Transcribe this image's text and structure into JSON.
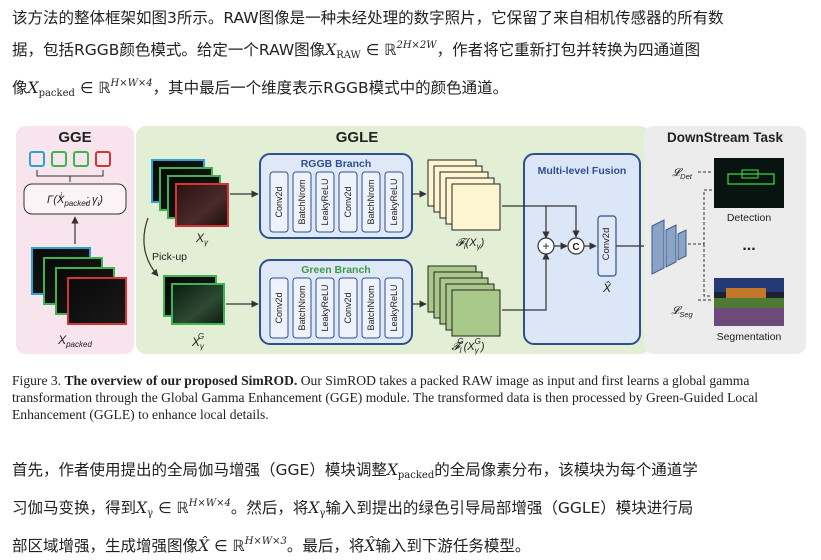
{
  "para1": {
    "line1": "该方法的整体框架如图3所示。RAW图像是一种未经处理的数字照片，它保留了来自相机传感器的所有数",
    "line2_a": "据，包括RGGB颜色模式。给定一个RAW图像",
    "line2_math": "X",
    "line2_sub": "RAW",
    "line2_in": " ∈ ℝ",
    "line2_sup": "2H×2W",
    "line2_b": "，作者将它重新打包并转换为四通道图",
    "line3_a": "像",
    "line3_math": "X",
    "line3_sub": "packed",
    "line3_in": " ∈ ℝ",
    "line3_sup": "H×W×4",
    "line3_b": "，其中最后一个维度表示RGGB模式中的颜色通道。"
  },
  "figure": {
    "gge_title": "GGE",
    "gamma_formula": "Γ(X",
    "gamma_sub": "packed",
    "gamma_sup": "i",
    "gamma_tail": "; γ",
    "gamma_tail_sub": "i",
    "gamma_close": ")",
    "x_packed_label": "X",
    "x_packed_sub": "packed",
    "ggle_title": "GGLE",
    "x_gamma_label": "X",
    "x_gamma_sub": "γ",
    "pickup_label": "Pick-up",
    "x_gamma_g_label": "X",
    "x_gamma_g_sub": "γ",
    "x_gamma_g_sup": "G",
    "rggb_branch": "RGGB Branch",
    "green_branch": "Green Branch",
    "layers": [
      "Conv2d",
      "BatchNrom",
      "LeakyReLU",
      "Conv2d",
      "BatchNrom",
      "LeakyReLU"
    ],
    "f_label": "𝓕",
    "f_sub": "l",
    "f_arg": "(X",
    "f_arg_sub": "γ",
    "f_close": ")",
    "fg_label": "𝓕",
    "fg_sub": "l",
    "fg_sup": "G",
    "fg_arg": "(X",
    "fg_arg_sub": "γ",
    "fg_arg_sup": "G",
    "fg_close": ")",
    "fusion_title": "Multi-level Fusion",
    "plus_symbol": "+",
    "concat_symbol": "C",
    "fusion_conv": "Conv2d",
    "x_hat_label": "X̂",
    "downstream_title": "DownStream Task",
    "l_det": "𝓛",
    "l_det_sub": "Det",
    "l_seg": "𝓛",
    "l_seg_sub": "Seg",
    "detection_label": "Detection",
    "ellipsis": "...",
    "segmentation_label": "Segmentation",
    "colors": {
      "gge_bg": "#f7e4ec",
      "ggle_bg": "#e2efd4",
      "downstream_bg": "#ececec",
      "branch_bg": "#dfe8f6",
      "branch_border": "#2f4f8f",
      "fusion_bg": "#dbe6f6",
      "green_feature": "#a9c98a",
      "yellow_feature": "#fdf6d0"
    }
  },
  "caption": {
    "prefix": "Figure 3. ",
    "bold": "The overview of our proposed SimROD.",
    "line1_rest": " Our SimROD takes a packed RAW image as input and first learns a global gamma",
    "line2": "transformation through the Global Gamma Enhancement (GGE) module. The transformed data is then processed by Green-Guided Local",
    "line3": "Enhancement (GGLE) to enhance local details."
  },
  "para2": {
    "line1_a": "首先，作者使用提出的全局伽马增强（GGE）模块调整",
    "line1_math": "X",
    "line1_sub": "packed",
    "line1_b": "的全局像素分布，该模块为每个通道学",
    "line2_a": "习伽马变换，得到",
    "line2_math": "X",
    "line2_sub": "γ",
    "line2_in": " ∈ ℝ",
    "line2_sup": "H×W×4",
    "line2_b": "。然后，将",
    "line2_math2": "X",
    "line2_sub2": "γ",
    "line2_c": "输入到提出的绿色引导局部增强（GGLE）模块进行局",
    "line3_a": "部区域增强，生成增强图像",
    "line3_math": "X̂",
    "line3_in": " ∈ ℝ",
    "line3_sup": "H×W×3",
    "line3_b": "。最后，将",
    "line3_math2": "X̂",
    "line3_c": "输入到下游任务模型。"
  }
}
